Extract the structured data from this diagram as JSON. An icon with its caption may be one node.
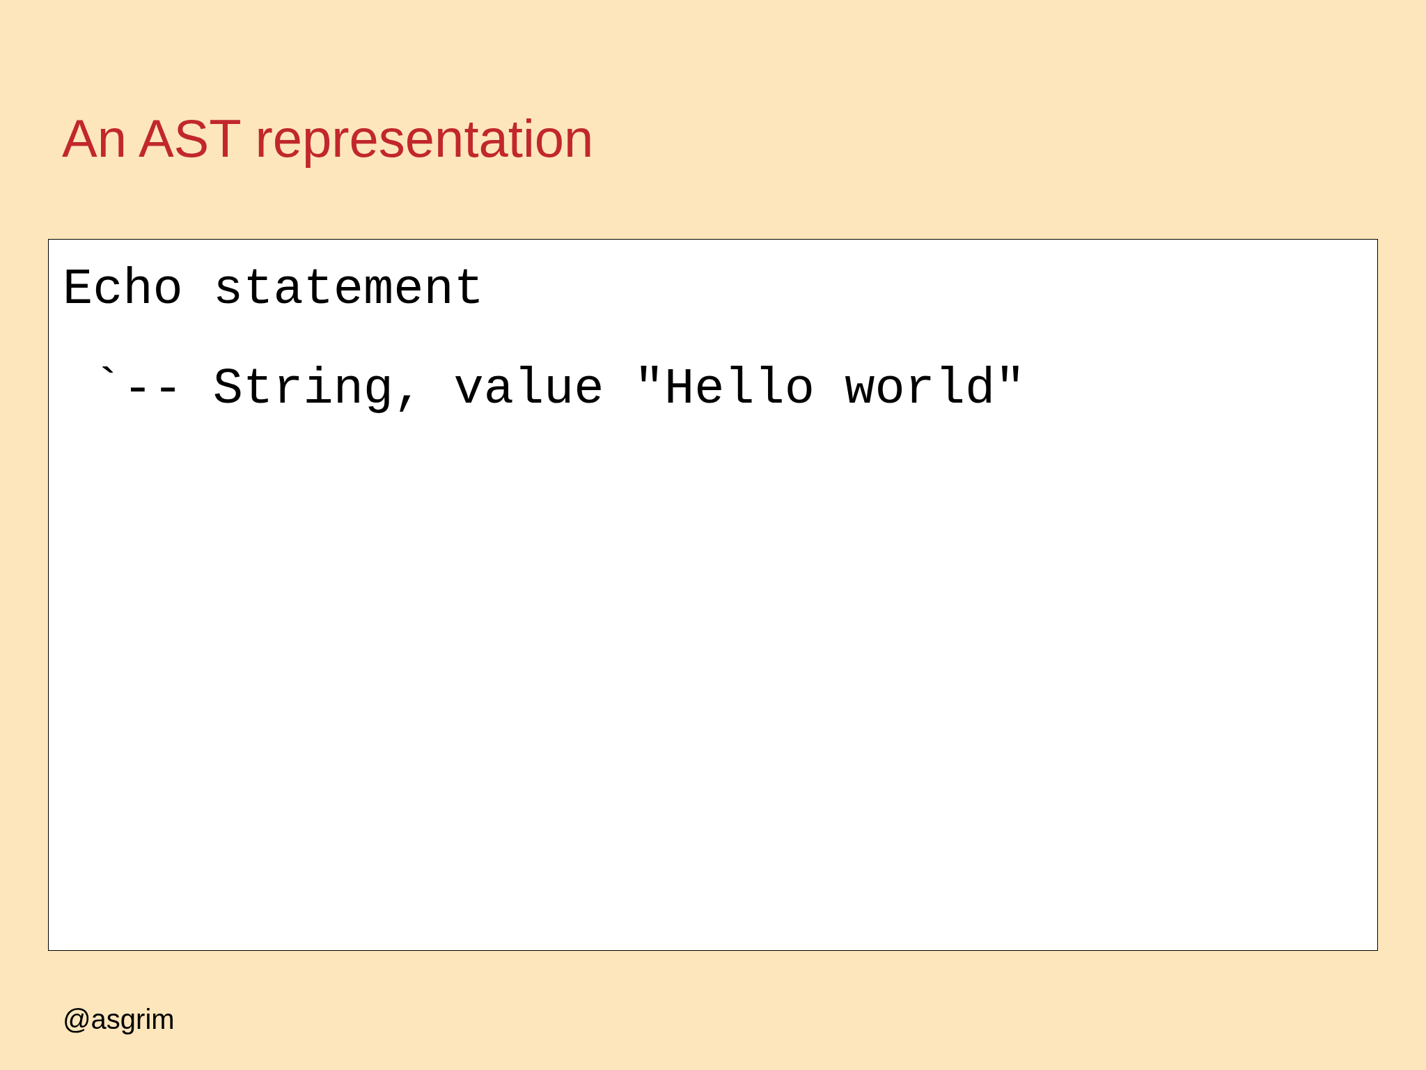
{
  "diagram": {
    "title": "An AST representation",
    "nodes": [
      {
        "text": [
          "Echo statement",
          "`-- String, value \"Hello world\""
        ]
      }
    ],
    "labels": [
      "@asgrim"
    ]
  }
}
